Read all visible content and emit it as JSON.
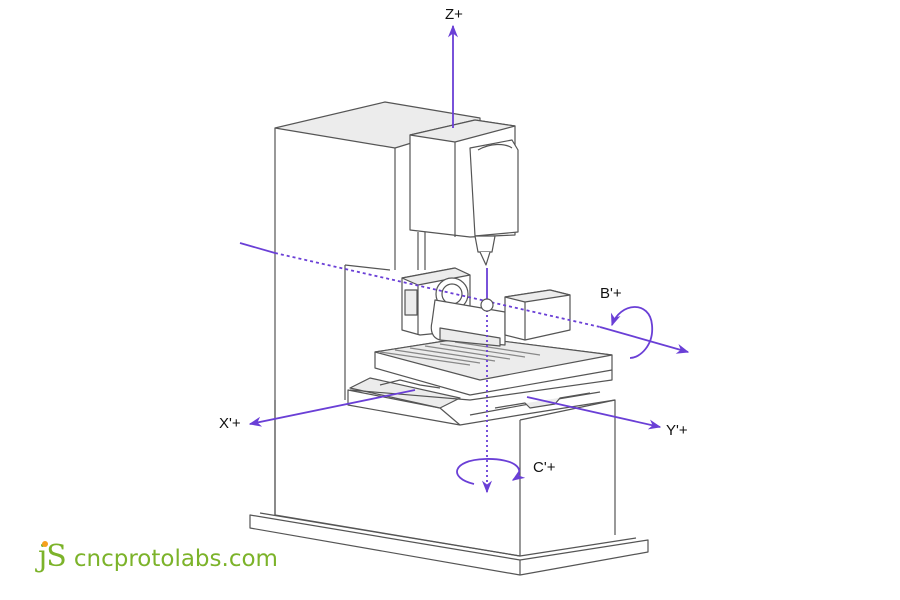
{
  "diagram": {
    "subject": "5-axis CNC machine (trunnion table) axis orientation",
    "accent_color": "#6a3fd6",
    "line_color": "#555555",
    "surface_fill": "#ececec",
    "axes": [
      {
        "id": "z",
        "label": "Z+",
        "type": "linear",
        "direction": "up"
      },
      {
        "id": "x",
        "label": "X'+",
        "type": "linear",
        "direction": "left-front"
      },
      {
        "id": "y",
        "label": "Y'+",
        "type": "linear",
        "direction": "right-front"
      },
      {
        "id": "b",
        "label": "B'+",
        "type": "rotary",
        "about": "horizontal axis"
      },
      {
        "id": "c",
        "label": "C'+",
        "type": "rotary",
        "about": "vertical axis"
      }
    ]
  },
  "watermark": {
    "mark": "jS",
    "text": "cncprotolabs.com",
    "color": "#7cb32a",
    "dot_color": "#f5a01d"
  }
}
